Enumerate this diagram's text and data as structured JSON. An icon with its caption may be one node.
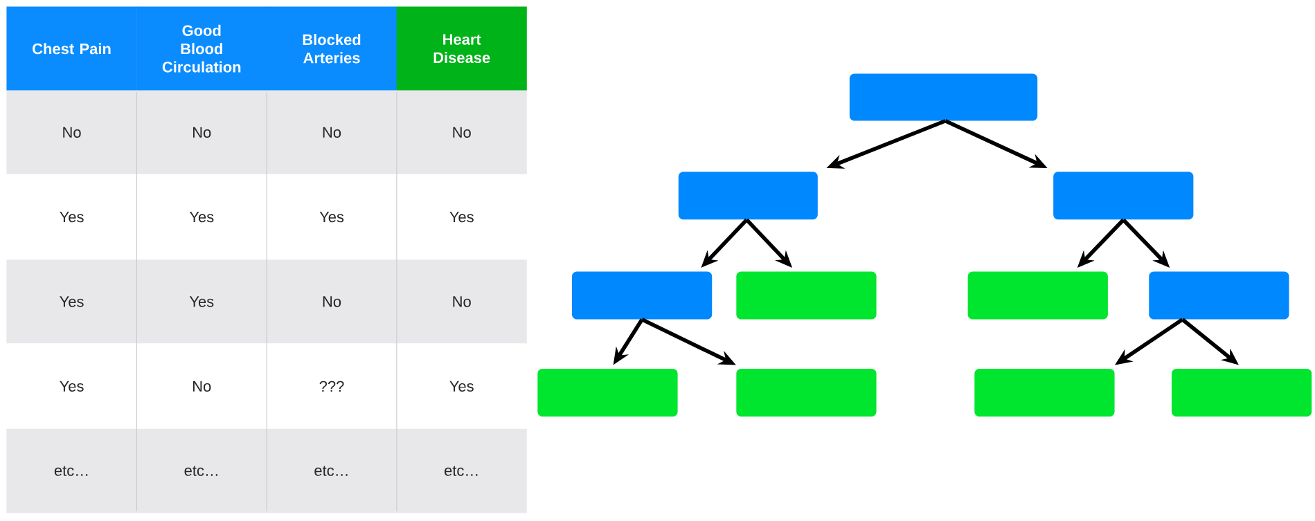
{
  "diagram": {
    "nodes": [
      {
        "text": [],
        "shape": "box"
      },
      {
        "text": [],
        "shape": "box"
      },
      {
        "text": [],
        "shape": "box"
      },
      {
        "text": [],
        "shape": "box"
      },
      {
        "text": [],
        "shape": "box"
      },
      {
        "text": [],
        "shape": "box"
      },
      {
        "text": [],
        "shape": "box"
      },
      {
        "text": [],
        "shape": "box"
      },
      {
        "text": [],
        "shape": "box"
      },
      {
        "text": [],
        "shape": "box"
      },
      {
        "text": [],
        "shape": "box"
      }
    ],
    "edges": [
      {
        "from": 0,
        "to": 1,
        "arrow": "to"
      },
      {
        "from": 0,
        "to": 2,
        "arrow": "to"
      },
      {
        "from": 1,
        "to": 3,
        "arrow": "to"
      },
      {
        "from": 1,
        "to": 4,
        "arrow": "to"
      },
      {
        "from": 2,
        "to": 5,
        "arrow": "to"
      },
      {
        "from": 2,
        "to": 6,
        "arrow": "to"
      },
      {
        "from": 3,
        "to": 7,
        "arrow": "to"
      },
      {
        "from": 3,
        "to": 8,
        "arrow": "to"
      },
      {
        "from": 6,
        "to": 9,
        "arrow": "to"
      },
      {
        "from": 6,
        "to": 10,
        "arrow": "to"
      }
    ],
    "labels": [
      "Chest Pain",
      "Good Blood Circulation",
      "Blocked Arteries",
      "Heart Disease",
      "No",
      "No",
      "No",
      "No",
      "Yes",
      "Yes",
      "Yes",
      "Yes",
      "Yes",
      "Yes",
      "No",
      "No",
      "Yes",
      "No",
      "???",
      "Yes",
      "etc…",
      "etc…",
      "etc…",
      "etc…"
    ]
  }
}
